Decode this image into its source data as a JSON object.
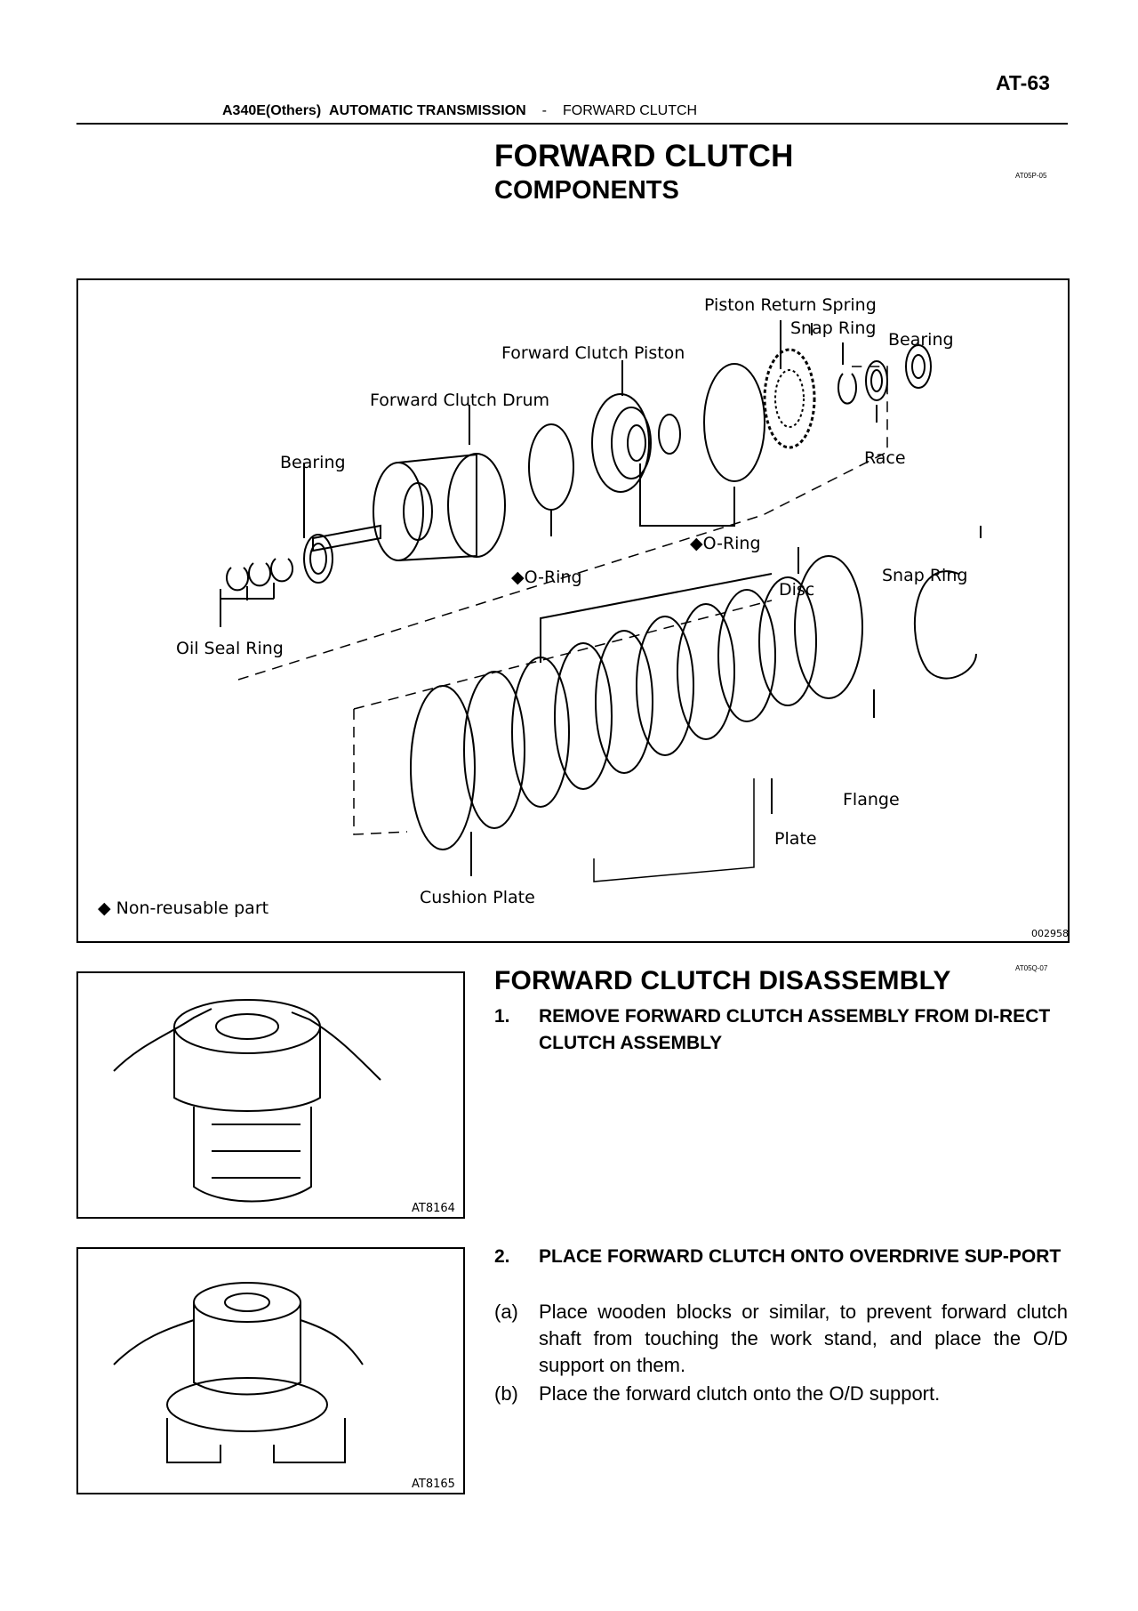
{
  "header": {
    "page_number": "AT-63",
    "model": "A340E(Others)",
    "system": "AUTOMATIC TRANSMISSION",
    "separator": "-",
    "section": "FORWARD CLUTCH"
  },
  "title": "FORWARD CLUTCH",
  "subtitle": "COMPONENTS",
  "components_code": "AT05P-05",
  "diagram": {
    "labels": {
      "piston_return_spring": "Piston Return Spring",
      "snap_ring_top": "Snap Ring",
      "bearing_right": "Bearing",
      "forward_clutch_piston": "Forward Clutch Piston",
      "forward_clutch_drum": "Forward Clutch Drum",
      "race": "Race",
      "bearing_left": "Bearing",
      "o_ring_right": "◆O-Ring",
      "o_ring_left": "◆O-Ring",
      "snap_ring_right": "Snap Ring",
      "disc": "Disc",
      "oil_seal_ring": "Oil Seal Ring",
      "flange": "Flange",
      "plate": "Plate",
      "cushion_plate": "Cushion Plate"
    },
    "legend": "◆  Non-reusable part",
    "figure_id": "002958"
  },
  "disassembly": {
    "title": "FORWARD CLUTCH DISASSEMBLY",
    "code": "AT05Q-07",
    "steps": [
      {
        "num": "1.",
        "text": "REMOVE FORWARD CLUTCH ASSEMBLY FROM DI-RECT CLUTCH ASSEMBLY",
        "figure_id": "AT8164"
      },
      {
        "num": "2.",
        "text": "PLACE FORWARD CLUTCH ONTO OVERDRIVE SUP-PORT",
        "figure_id": "AT8165",
        "substeps": [
          {
            "label": "(a)",
            "text": "Place wooden blocks or similar, to prevent forward clutch shaft from touching the work stand, and place the O/D support on them."
          },
          {
            "label": "(b)",
            "text": "Place the forward clutch onto the O/D support."
          }
        ]
      }
    ]
  }
}
